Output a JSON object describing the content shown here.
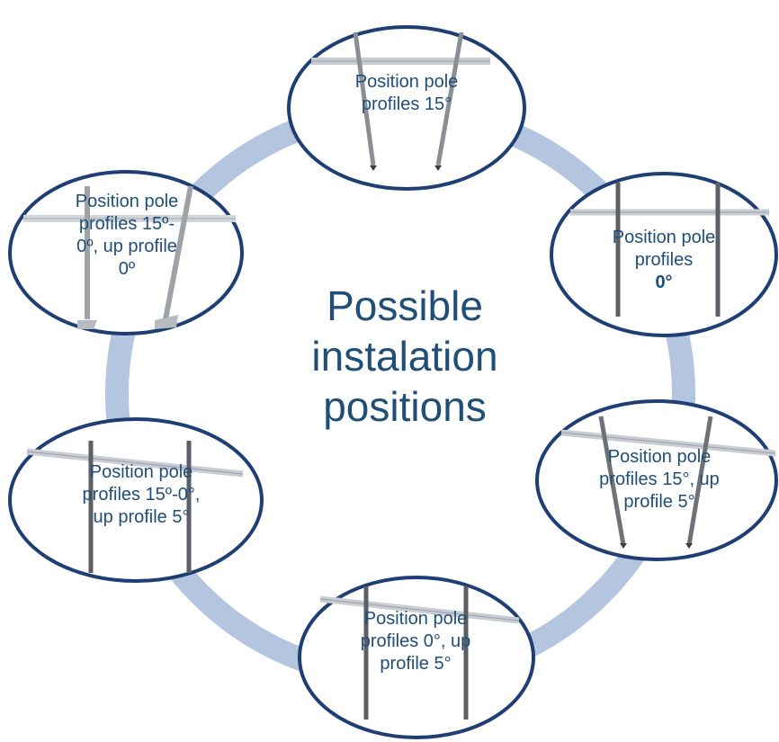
{
  "diagram": {
    "center_title": [
      "Possible",
      "instalation",
      "positions"
    ],
    "colors": {
      "ring": "#b4c5e0",
      "node_border": "#1f3f74",
      "text": "#1f4e79",
      "pole": "#5b5f66",
      "rail": "#c9cdd3"
    },
    "nodes": [
      {
        "id": "top",
        "lines": [
          "Position pole",
          "profiles 15°"
        ]
      },
      {
        "id": "right",
        "lines_prefix": "Position pole",
        "line2_prefix": "profiles ",
        "line2_bold": "0°"
      },
      {
        "id": "lower-right",
        "lines": [
          "Position pole",
          "profiles 15°, up",
          "profile 5°"
        ]
      },
      {
        "id": "bottom",
        "lines": [
          "Position pole",
          "profiles 0°, up",
          "profile 5°"
        ]
      },
      {
        "id": "lower-left",
        "lines": [
          "Position pole",
          "profiles 15º-0°,",
          "up profile 5°"
        ]
      },
      {
        "id": "upper-left",
        "lines": [
          "Position pole",
          "profiles 15º-",
          "0º, up profile",
          "0º"
        ]
      }
    ]
  }
}
